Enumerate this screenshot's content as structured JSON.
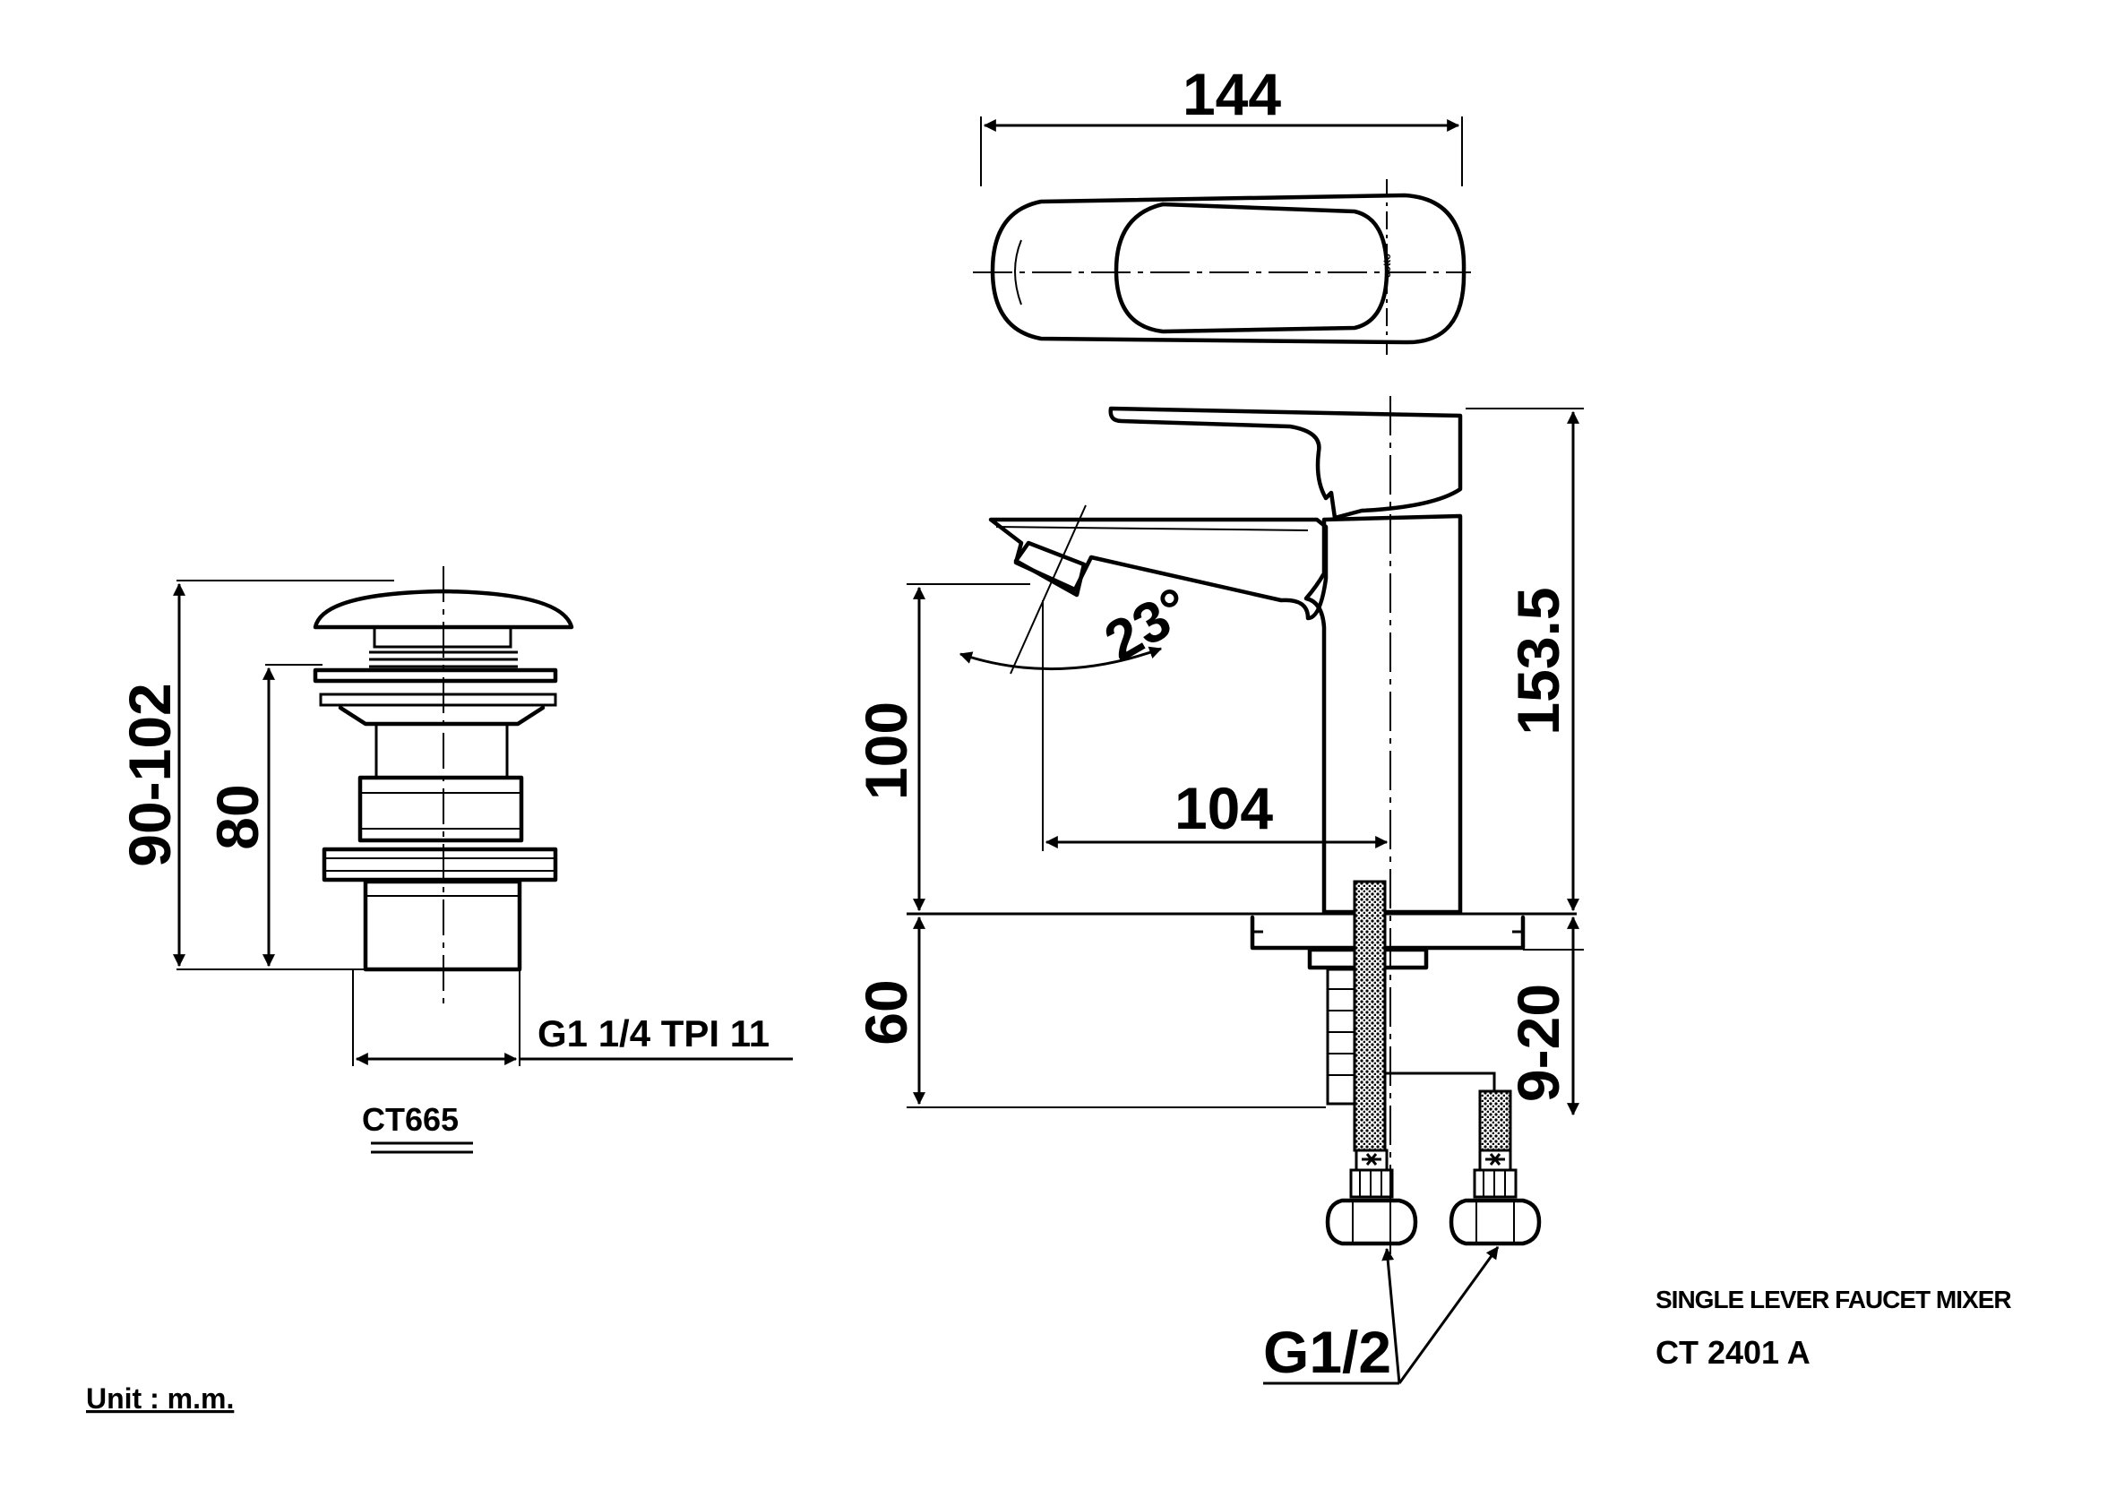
{
  "drain": {
    "model": "CT665",
    "thread_label": "G1 1/4 TPI 11",
    "dim_height_range": "90-102",
    "dim_height": "80"
  },
  "faucet": {
    "dim_top_width": "144",
    "dim_total_height": "153.5",
    "dim_spout_height": "100",
    "dim_spout_reach": "104",
    "dim_angle": "23°",
    "dim_below_deck": "60",
    "dim_deck_thickness": "9-20",
    "connection_label": "G1/2"
  },
  "title_block": {
    "product_name": "SINGLE LEVER FAUCET MIXER",
    "model": "CT 2401 A"
  },
  "unit_note": "Unit : m.m."
}
